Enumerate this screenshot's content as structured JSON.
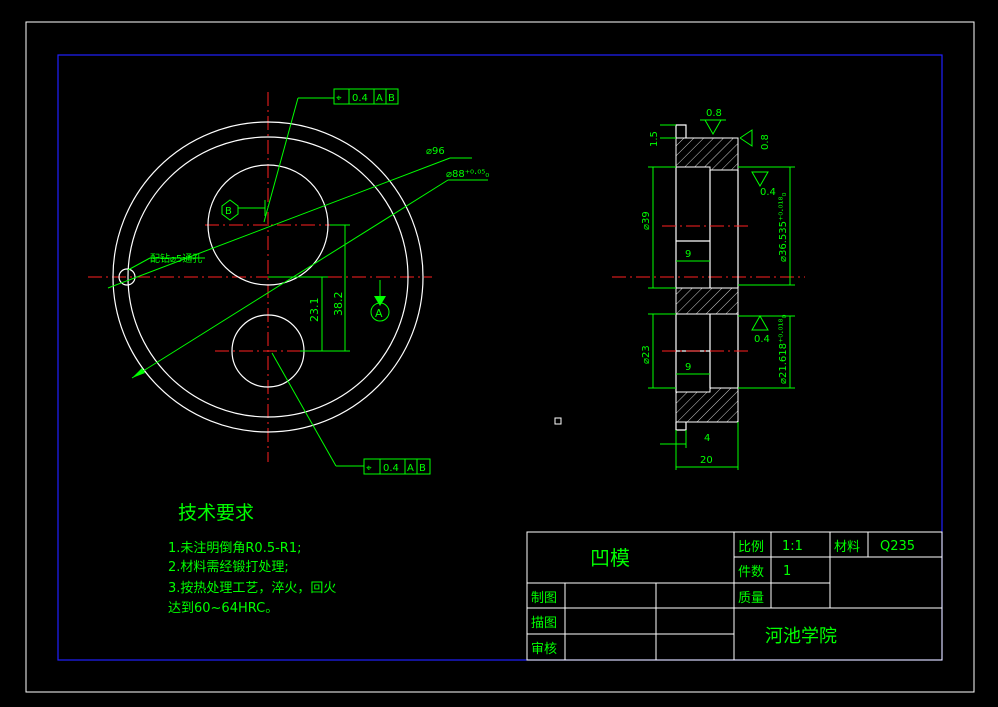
{
  "drawing": {
    "title": "凹模",
    "school": "河池学院",
    "tech_req": {
      "heading": "技术要求",
      "lines": [
        "1.未注明倒角R0.5-R1;",
        "2.材料需经锻打处理;",
        "3.按热处理工艺，淬火，回火",
        "达到60~64HRC。"
      ]
    },
    "title_block": {
      "scale_label": "比例",
      "scale_value": "1:1",
      "material_label": "材料",
      "material_value": "Q235",
      "count_label": "件数",
      "count_value": "1",
      "mass_label": "质量",
      "draw_label": "制图",
      "trace_label": "描图",
      "check_label": "审核"
    },
    "front_view": {
      "dim_d96": "⌀96",
      "dim_d88": "⌀88⁺⁰·⁰⁵₀",
      "dim_23_1": "23.1",
      "dim_38_2": "38.2",
      "hole_note": "配钻⌀5通孔",
      "datum_a": "A",
      "datum_b": "B",
      "pos_tol_top": [
        "⌖",
        "0.4",
        "A",
        "B"
      ],
      "pos_tol_bottom": [
        "⌖",
        "0.4",
        "A",
        "B"
      ]
    },
    "section_view": {
      "rough_top": "0.8",
      "rough_right": "0.8",
      "rough_mid": "0.4",
      "rough_low": "0.4",
      "dim_1_5": "1.5",
      "dim_d39": "⌀39",
      "dim_d36": "⌀36.535⁺⁰·⁰¹⁸₀",
      "dim_9a": "9",
      "dim_d23": "⌀23",
      "dim_9b": "9",
      "dim_d21": "⌀21.618⁺⁰·⁰¹⁸₀",
      "dim_4": "4",
      "dim_20": "20"
    }
  }
}
